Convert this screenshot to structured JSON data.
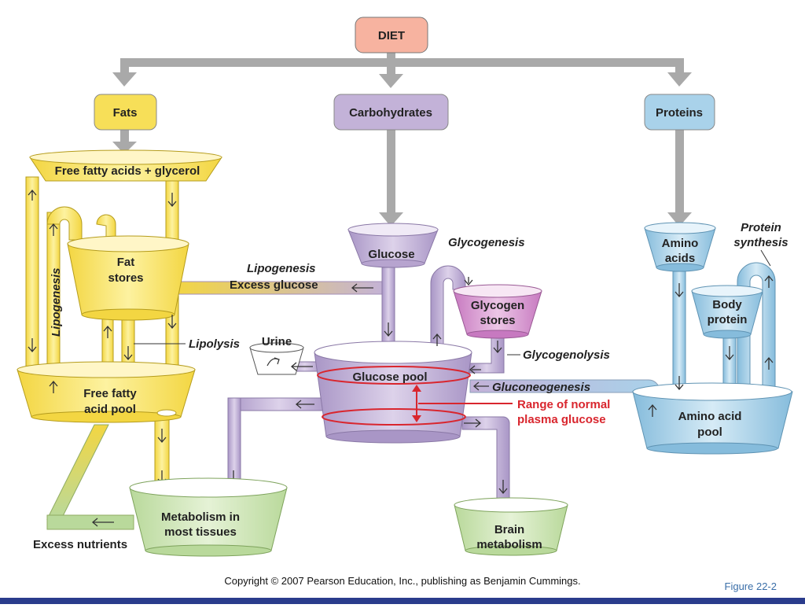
{
  "diet": "DIET",
  "fats": "Fats",
  "carbohydrates": "Carbohydrates",
  "proteins": "Proteins",
  "ffa_glycerol": "Free fatty acids + glycerol",
  "fat_stores_1": "Fat",
  "fat_stores_2": "stores",
  "lipogenesis_vertical": "Lipogenesis",
  "lipogenesis": "Lipogenesis",
  "excess_glucose": "Excess glucose",
  "lipolysis": "Lipolysis",
  "ffa_pool_1": "Free fatty",
  "ffa_pool_2": "acid pool",
  "glucose": "Glucose",
  "glycogenesis": "Glycogenesis",
  "glycogen_1": "Glycogen",
  "glycogen_2": "stores",
  "glycogenolysis": "Glycogenolysis",
  "urine": "Urine",
  "glucose_pool": "Glucose pool",
  "gluconeogenesis": "Gluconeogenesis",
  "range_1": "Range of normal",
  "range_2": "plasma glucose",
  "amino_1": "Amino",
  "amino_2": "acids",
  "protein_synthesis_1": "Protein",
  "protein_synthesis_2": "synthesis",
  "body_protein_1": "Body",
  "body_protein_2": "protein",
  "amino_pool_1": "Amino acid",
  "amino_pool_2": "pool",
  "metabolism_1": "Metabolism in",
  "metabolism_2": "most tissues",
  "excess_nutrients": "Excess nutrients",
  "brain_1": "Brain",
  "brain_2": "metabolism",
  "copyright": "Copyright © 2007 Pearson Education, Inc., publishing as Benjamin Cummings.",
  "figure": "Figure 22-2",
  "colors": {
    "fat": "#f7df58",
    "carb": "#c3b2d8",
    "protein": "#a9d2ea",
    "diet": "#f7b3a0",
    "gray": "#a9a9a9",
    "red": "#d9262e"
  }
}
